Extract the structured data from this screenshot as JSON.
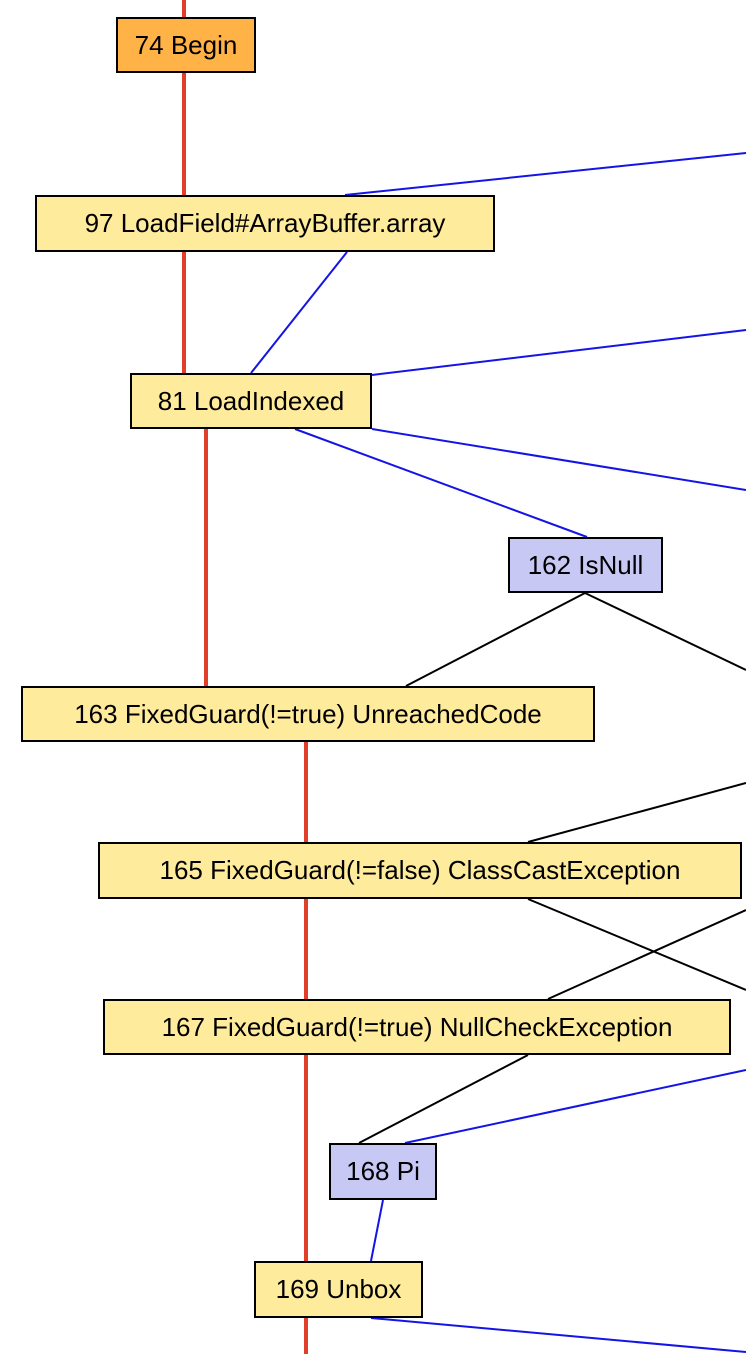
{
  "colors": {
    "begin_fill": "#ffb347",
    "fixed_fill": "#ffeb9c",
    "float_fill": "#c8c8f5",
    "control_edge": "#e0402a",
    "data_edge": "#1414e6",
    "other_edge": "#000000"
  },
  "nodes": [
    {
      "id": "n74",
      "label": "74 Begin",
      "kind": "begin"
    },
    {
      "id": "n97",
      "label": "97 LoadField#ArrayBuffer.array",
      "kind": "fixed"
    },
    {
      "id": "n81",
      "label": "81 LoadIndexed",
      "kind": "fixed"
    },
    {
      "id": "n162",
      "label": "162 IsNull",
      "kind": "float"
    },
    {
      "id": "n163",
      "label": "163 FixedGuard(!=true) UnreachedCode",
      "kind": "fixed"
    },
    {
      "id": "n165",
      "label": "165 FixedGuard(!=false) ClassCastException",
      "kind": "fixed"
    },
    {
      "id": "n167",
      "label": "167 FixedGuard(!=true) NullCheckException",
      "kind": "fixed"
    },
    {
      "id": "n168",
      "label": "168 Pi",
      "kind": "float"
    },
    {
      "id": "n169",
      "label": "169 Unbox",
      "kind": "fixed"
    }
  ],
  "edges": [
    {
      "from": "n74",
      "to": "n97",
      "kind": "control"
    },
    {
      "from": "n97",
      "to": "n81",
      "kind": "control"
    },
    {
      "from": "n81",
      "to": "n163",
      "kind": "control"
    },
    {
      "from": "n163",
      "to": "n165",
      "kind": "control"
    },
    {
      "from": "n165",
      "to": "n167",
      "kind": "control"
    },
    {
      "from": "n167",
      "to": "n169",
      "kind": "control"
    },
    {
      "from": "n97",
      "to": "n81",
      "kind": "data"
    },
    {
      "from": "n81",
      "to": "n162",
      "kind": "data"
    },
    {
      "from": "n168",
      "to": "n169",
      "kind": "data"
    },
    {
      "from": "n162",
      "to": "n163",
      "kind": "other"
    },
    {
      "from": "n167",
      "to": "n168",
      "kind": "other"
    }
  ]
}
